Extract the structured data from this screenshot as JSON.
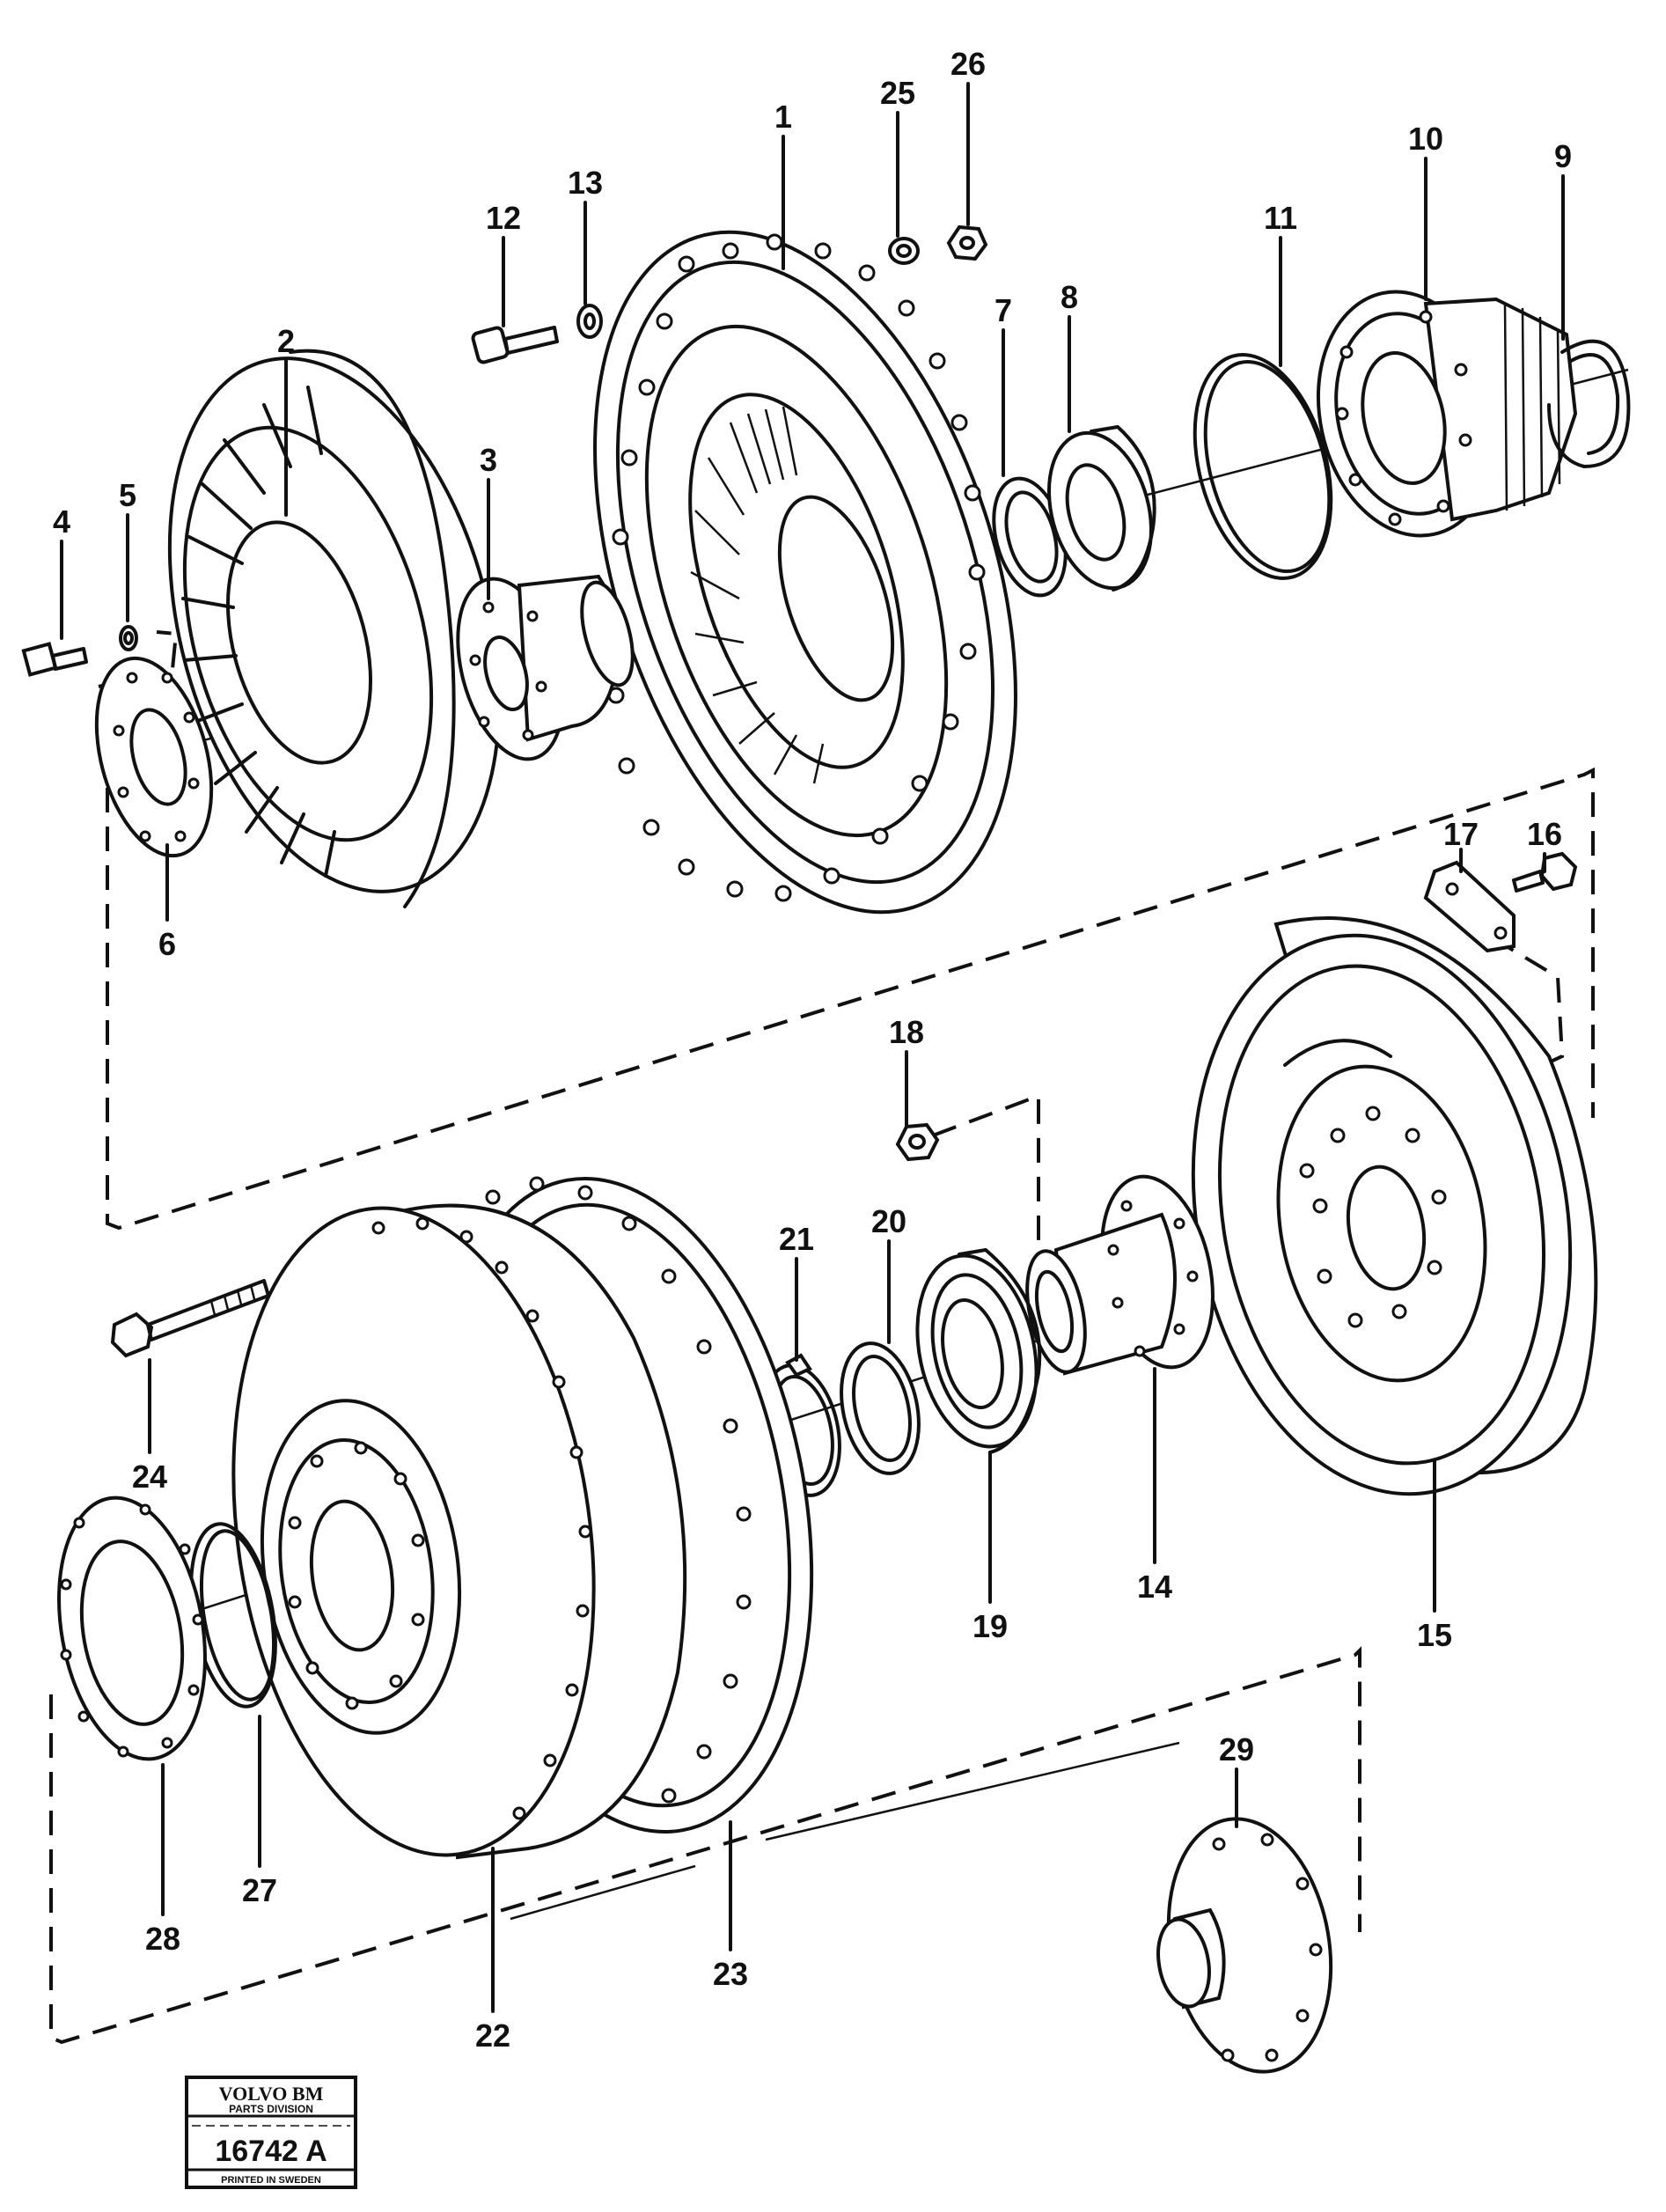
{
  "callouts": [
    {
      "id": "1",
      "label": "1"
    },
    {
      "id": "2",
      "label": "2"
    },
    {
      "id": "3",
      "label": "3"
    },
    {
      "id": "4",
      "label": "4"
    },
    {
      "id": "5",
      "label": "5"
    },
    {
      "id": "6",
      "label": "6"
    },
    {
      "id": "7",
      "label": "7"
    },
    {
      "id": "8",
      "label": "8"
    },
    {
      "id": "9",
      "label": "9"
    },
    {
      "id": "10",
      "label": "10"
    },
    {
      "id": "11",
      "label": "11"
    },
    {
      "id": "12",
      "label": "12"
    },
    {
      "id": "13",
      "label": "13"
    },
    {
      "id": "14",
      "label": "14"
    },
    {
      "id": "15",
      "label": "15"
    },
    {
      "id": "16",
      "label": "16"
    },
    {
      "id": "17",
      "label": "17"
    },
    {
      "id": "18",
      "label": "18"
    },
    {
      "id": "19",
      "label": "19"
    },
    {
      "id": "20",
      "label": "20"
    },
    {
      "id": "21",
      "label": "21"
    },
    {
      "id": "22",
      "label": "22"
    },
    {
      "id": "23",
      "label": "23"
    },
    {
      "id": "24",
      "label": "24"
    },
    {
      "id": "25",
      "label": "25"
    },
    {
      "id": "26",
      "label": "26"
    },
    {
      "id": "27",
      "label": "27"
    },
    {
      "id": "28",
      "label": "28"
    },
    {
      "id": "29",
      "label": "29"
    }
  ],
  "stamp": {
    "brand": "VOLVO BM",
    "division": "PARTS DIVISION",
    "number": "16742 A",
    "printed": "PRINTED IN SWEDEN"
  }
}
